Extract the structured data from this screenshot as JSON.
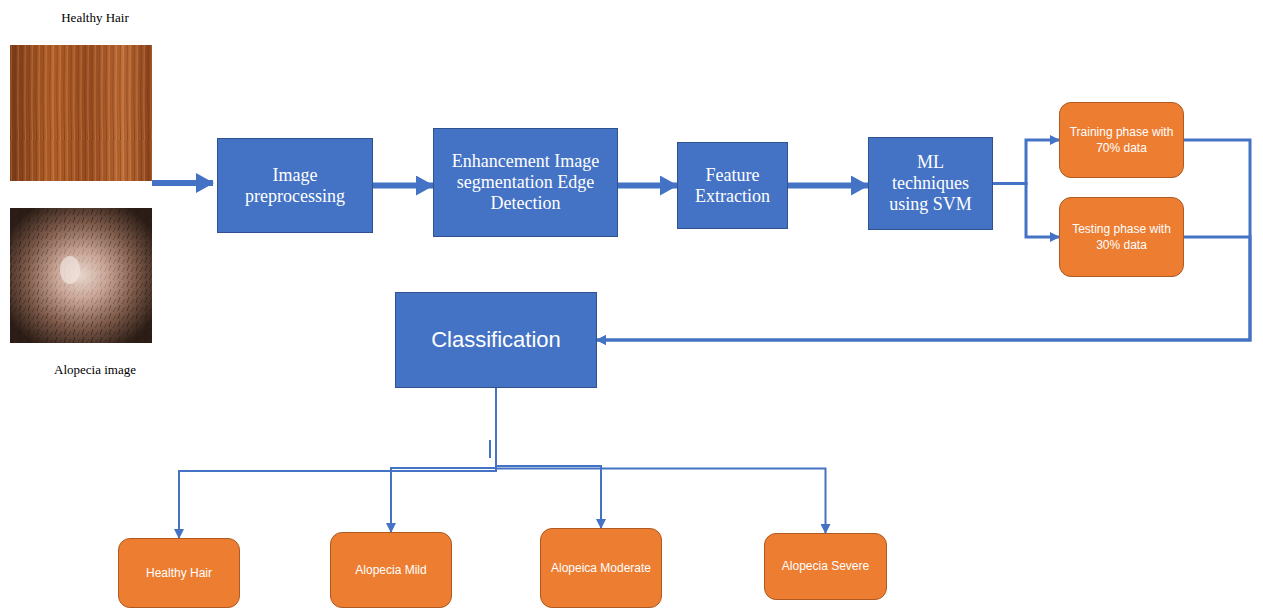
{
  "diagram": {
    "nodes": [
      {
        "text": [
          "Image preprocessing"
        ]
      },
      {
        "text": [
          "Enhancement Image segmentation Edge Detection"
        ]
      },
      {
        "text": [
          "Feature Extraction"
        ]
      },
      {
        "text": [
          "ML techniques using SVM"
        ]
      },
      {
        "text": [
          "Training phase with 70% data"
        ]
      },
      {
        "text": [
          "Testing phase with 30% data"
        ]
      },
      {
        "text": [
          "Classification"
        ]
      },
      {
        "text": [
          "Healthy Hair"
        ]
      },
      {
        "text": [
          "Alopecia Mild"
        ]
      },
      {
        "text": [
          "Alopeica Moderate"
        ]
      },
      {
        "text": [
          "Alopecia Severe"
        ]
      }
    ],
    "edges": [
      {
        "from": 0,
        "to": 1,
        "arrow": "to"
      },
      {
        "from": 1,
        "to": 2,
        "arrow": "to"
      },
      {
        "from": 2,
        "to": 3,
        "arrow": "to"
      },
      {
        "from": 3,
        "to": 4,
        "arrow": "to"
      },
      {
        "from": 3,
        "to": 5,
        "arrow": "to"
      },
      {
        "from": 4,
        "to": 6,
        "arrow": "to"
      },
      {
        "from": 5,
        "to": 6,
        "arrow": "to"
      },
      {
        "from": 6,
        "to": 7,
        "arrow": "to"
      },
      {
        "from": 6,
        "to": 8,
        "arrow": "to"
      },
      {
        "from": 6,
        "to": 9,
        "arrow": "to"
      },
      {
        "from": 6,
        "to": 10,
        "arrow": "to"
      }
    ],
    "labels": [
      "Healthy Hair",
      "Alopecia image"
    ]
  }
}
